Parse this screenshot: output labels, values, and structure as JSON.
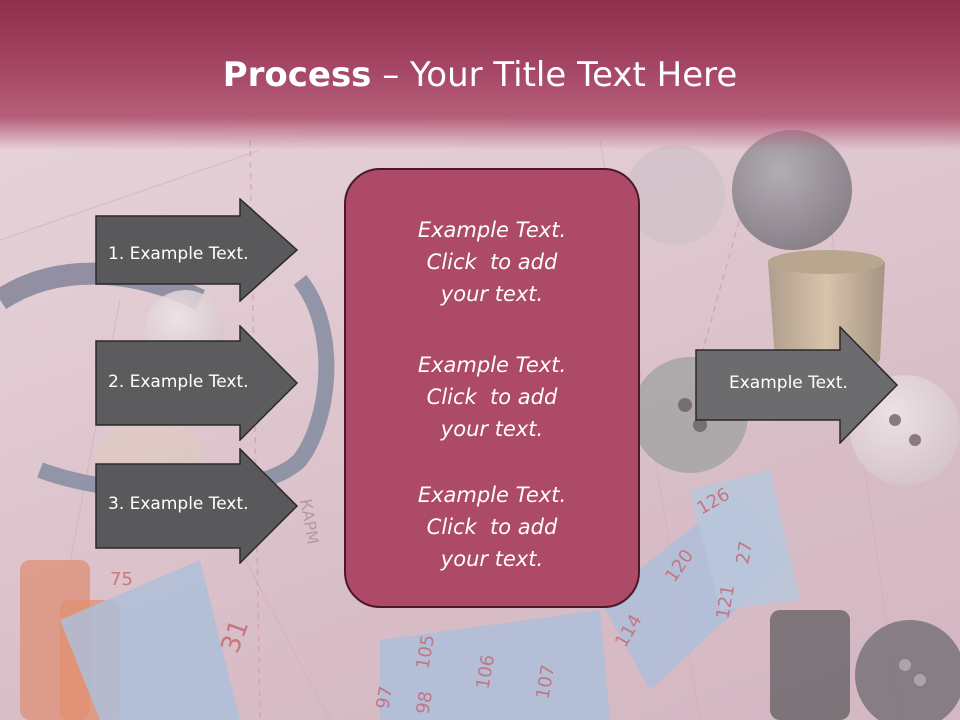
{
  "title": {
    "bold": "Process",
    "rest": " – Your Title Text Here"
  },
  "left_arrows": [
    {
      "label": "1. Example Text."
    },
    {
      "label": "2. Example Text."
    },
    {
      "label": "3. Example Text."
    }
  ],
  "center_box": {
    "blocks": [
      {
        "lines": [
          "Example Text.",
          "Click  to add",
          "your text."
        ]
      },
      {
        "lines": [
          "Example Text.",
          "Click  to add",
          "your text."
        ]
      },
      {
        "lines": [
          "Example Text.",
          "Click  to add",
          "your text."
        ]
      }
    ]
  },
  "right_arrow": {
    "label": "Example Text."
  },
  "colors": {
    "title_bar": "#a44664",
    "center_box": "#ad4a68",
    "arrow_fill_dark": "#5a5a5c",
    "arrow_fill_light": "#6e6e70"
  },
  "background": {
    "scale_numbers": [
      "75",
      "31",
      "105",
      "106",
      "107",
      "114",
      "120",
      "121",
      "126",
      "27",
      "98",
      "97",
      "КАРМ"
    ]
  }
}
